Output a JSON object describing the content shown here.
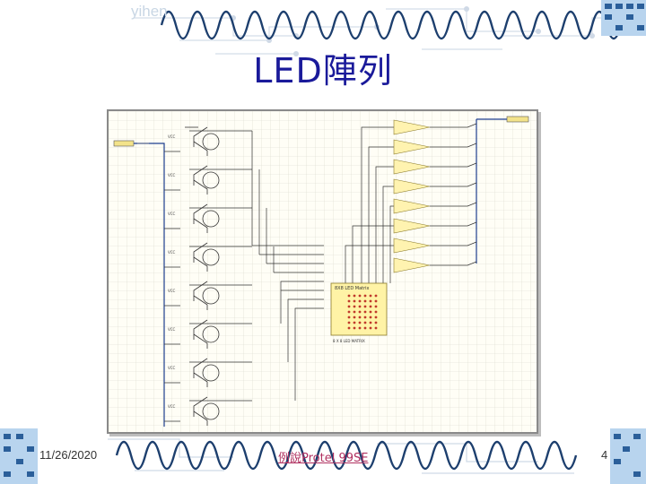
{
  "slide": {
    "watermark": "yihen",
    "title": "LED陣列",
    "date": "11/26/2020",
    "footer_center": "例說Protel 99SE",
    "page_number": "4"
  },
  "colors": {
    "title": "#1a1a9a",
    "accent_wave": "#1d3f6e",
    "footer_link": "#b03060",
    "schematic_bg": "#fffef6",
    "matrix_fill": "#fff3a6",
    "buffer_fill": "#fff3b0"
  },
  "schematic": {
    "matrix_label": "8 X 8 LED MATRIX",
    "chip_label": "8X8 LED Matrix"
  }
}
